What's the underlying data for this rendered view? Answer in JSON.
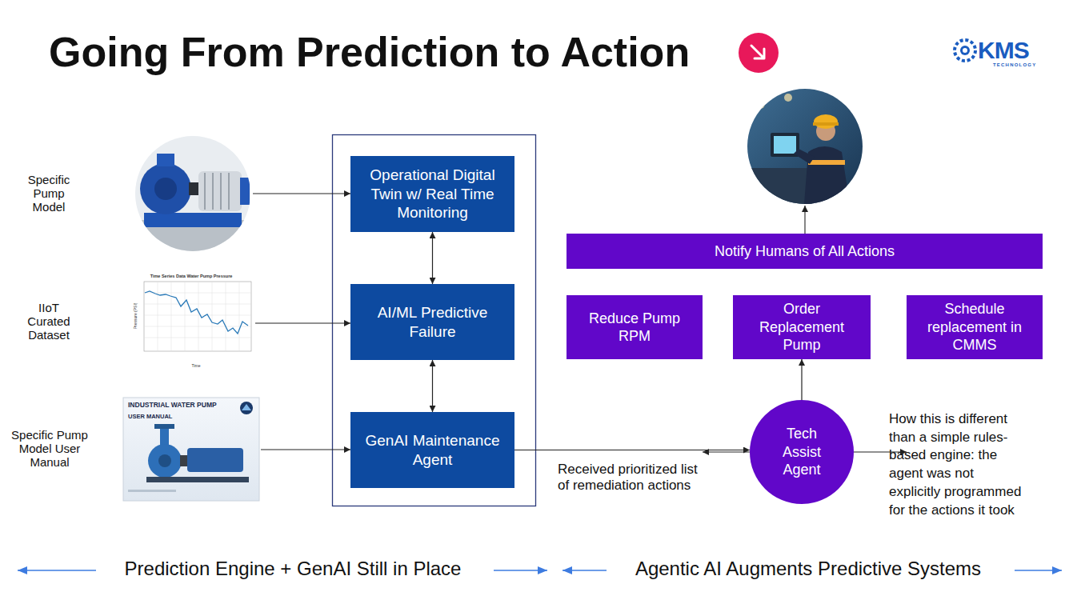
{
  "diagram": {
    "title": "Going From Prediction to Action",
    "nodes": [
      {
        "text": [
          "Operational Digital Twin w/ Real Time Monitoring"
        ]
      },
      {
        "text": [
          "AI/ML Predictive Failure"
        ]
      },
      {
        "text": [
          "GenAI Maintenance Agent"
        ]
      },
      {
        "text": [
          "Notify Humans of All Actions"
        ]
      },
      {
        "text": [
          "Reduce Pump RPM"
        ]
      },
      {
        "text": [
          "Order Replacement Pump"
        ]
      },
      {
        "text": [
          "Schedule replacement in CMMS"
        ]
      },
      {
        "text": [
          "Tech Assist Agent"
        ]
      }
    ],
    "edges": [
      {
        "from": 0,
        "to": 1,
        "arrow": "both"
      },
      {
        "from": 1,
        "to": 2,
        "arrow": "both"
      },
      {
        "from": 2,
        "to": 7,
        "label": "Received prioritized list of remediation actions",
        "arrow": "to"
      },
      {
        "from": 7,
        "to": 4,
        "arrow": "to"
      },
      {
        "from": 7,
        "to": 5,
        "arrow": "to"
      },
      {
        "from": 7,
        "to": 6,
        "arrow": "to"
      }
    ],
    "labels": [
      "KMS",
      "TECHNOLOGY",
      "Specific Pump Model",
      "IIoT Curated Dataset",
      "Specific Pump Model User Manual",
      "Time Series Data Water Pump Pressure",
      "Pressure (PSI)",
      "Time",
      "INDUSTRIAL WATER PUMP",
      "USER MANUAL",
      "How this is different than a simple rules-based engine: the agent was not explicitly programmed for the actions it took",
      "Prediction Engine + GenAI Still in Place",
      "Agentic AI Augments Predictive Systems"
    ]
  }
}
